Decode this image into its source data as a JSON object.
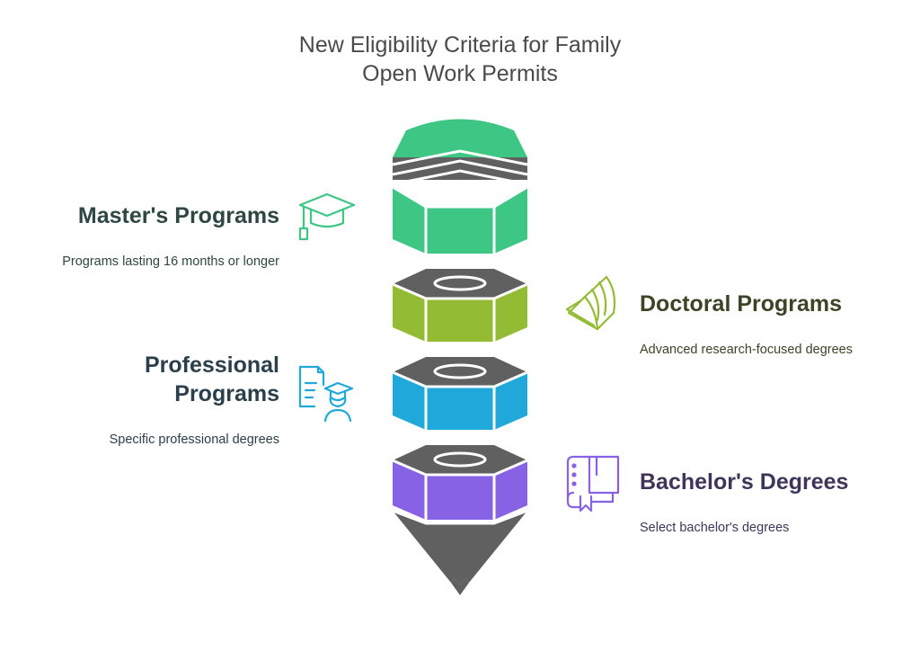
{
  "title": {
    "line1": "New Eligibility Criteria for Family",
    "line2": "Open Work Permits"
  },
  "items": [
    {
      "heading_lines": [
        "Master's Programs"
      ],
      "description": "Programs lasting 16 months or longer",
      "icon": "graduation-cap-icon",
      "color": "#3ec685",
      "text_color": "#2f4741"
    },
    {
      "heading_lines": [
        "Doctoral Programs"
      ],
      "description": "Advanced research-focused degrees",
      "icon": "papers-icon",
      "color": "#93bb33",
      "text_color": "#3c4426"
    },
    {
      "heading_lines": [
        "Professional",
        "Programs"
      ],
      "description": "Specific professional degrees",
      "icon": "graduate-document-icon",
      "color": "#1fa8d9",
      "text_color": "#2b3f4a"
    },
    {
      "heading_lines": [
        "Bachelor's Degrees"
      ],
      "description": "Select bachelor's degrees",
      "icon": "book-icon",
      "color": "#8862e5",
      "text_color": "#3e3558"
    }
  ],
  "colors": {
    "band": "#606060",
    "title": "#4a4a4a"
  }
}
